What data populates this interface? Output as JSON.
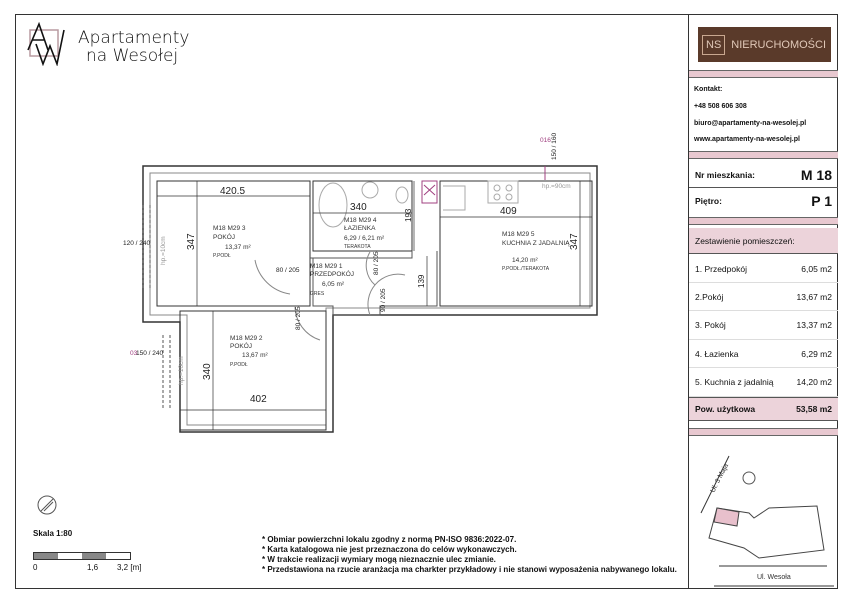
{
  "logo": {
    "line1": "Apartamenty",
    "line2": "na Wesołej",
    "monogram": "AW"
  },
  "brand": {
    "ns": "NS",
    "name": "NIERUCHOMOŚCI",
    "color": "#5a3a2a"
  },
  "contact": {
    "label": "Kontakt:",
    "phone": "+48 508 606 308",
    "email": "biuro@apartamenty-na-wesolej.pl",
    "www": "www.apartamenty-na-wesolej.pl"
  },
  "apartment": {
    "nr_label": "Nr mieszkania:",
    "nr_value": "M 18",
    "floor_label": "Piętro:",
    "floor_value": "P 1"
  },
  "rooms_summary": {
    "header": "Zestawienie pomieszczeń:",
    "rows": [
      {
        "name": "1. Przedpokój",
        "area": "6,05 m2"
      },
      {
        "name": "2.Pokój",
        "area": "13,67 m2"
      },
      {
        "name": "3. Pokój",
        "area": "13,37 m2"
      },
      {
        "name": "4. Łazienka",
        "area": "6,29 m2"
      },
      {
        "name": "5. Kuchnia z jadalnią",
        "area": "14,20 m2"
      }
    ],
    "total_label": "Pow. użytkowa",
    "total_value": "53,58 m2"
  },
  "map": {
    "street1": "Ul. 3 Maja",
    "street2": "Ul. Wesoła"
  },
  "scale": {
    "label": "Skala 1:80",
    "t0": "0",
    "t1": "1,6",
    "t2": "3,2 [m]"
  },
  "notes": [
    "* Obmiar powierzchni lokalu zgodny z normą PN-ISO 9836:2022-07.",
    "* Karta katalogowa nie jest przeznaczona do celów wykonawczych.",
    "* W trakcie realizacji wymiary mogą nieznacznie ulec zmianie.",
    "* Przedstawiona na rzucie aranżacja ma charkter przykładowy i nie stanowi wyposażenia nabywanego lokalu."
  ],
  "plan": {
    "rooms": [
      {
        "code": "M18 M29  1",
        "name": "PRZEDPOKÓJ",
        "area": "6,05 m²",
        "floor": "GRES"
      },
      {
        "code": "M18 M29  2",
        "name": "POKÓJ",
        "area": "13,67 m²",
        "floor": "P.PODŁ"
      },
      {
        "code": "M18 M29  3",
        "name": "POKÓJ",
        "area": "13,37 m²",
        "floor": "P.PODŁ"
      },
      {
        "code": "M18 M29  4",
        "name": "ŁAZIENKA",
        "area": "6,29 / 6,21 m²",
        "floor": "TERAKOTA"
      },
      {
        "code": "M18 M29  5",
        "name": "KUCHNIA Z JADALNIĄ",
        "area": "14,20 m²",
        "floor": "P.PODŁ./TERAKOTA"
      }
    ],
    "dims": {
      "d1": "420.5",
      "d2": "340",
      "d3": "409",
      "d4": "347",
      "d5": "347",
      "d6": "340",
      "d7": "402",
      "d8": "193",
      "d9": "139"
    },
    "doors": {
      "a": "80 / 205",
      "b": "80 / 205",
      "c": "80 / 205",
      "d": "90 / 205"
    },
    "windows": {
      "w1": "120 / 240",
      "w2": "150 / 240",
      "w3": "150 / 160",
      "hp1": "hp.=90cm",
      "hp2": "hp.=10cm",
      "hp3": "hp.=10cm",
      "w2tag": "03",
      "w3tag": "016"
    }
  }
}
